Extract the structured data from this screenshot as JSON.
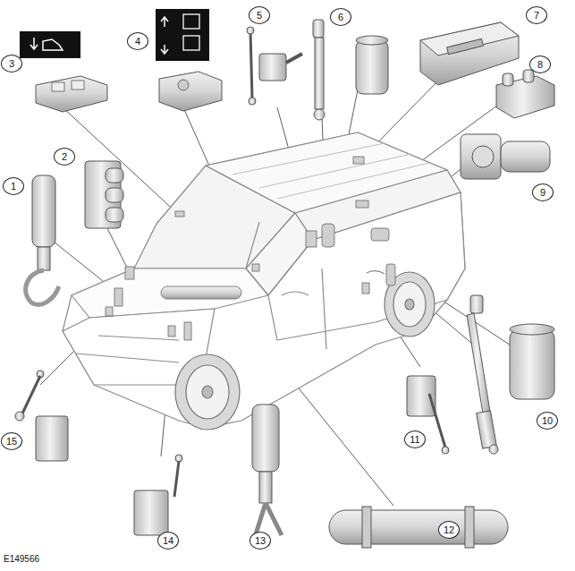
{
  "diagram": {
    "labels": [
      "1",
      "2",
      "3",
      "4",
      "5",
      "6",
      "7",
      "8",
      "9",
      "10",
      "11",
      "12",
      "13",
      "14",
      "15",
      "E149566"
    ]
  }
}
